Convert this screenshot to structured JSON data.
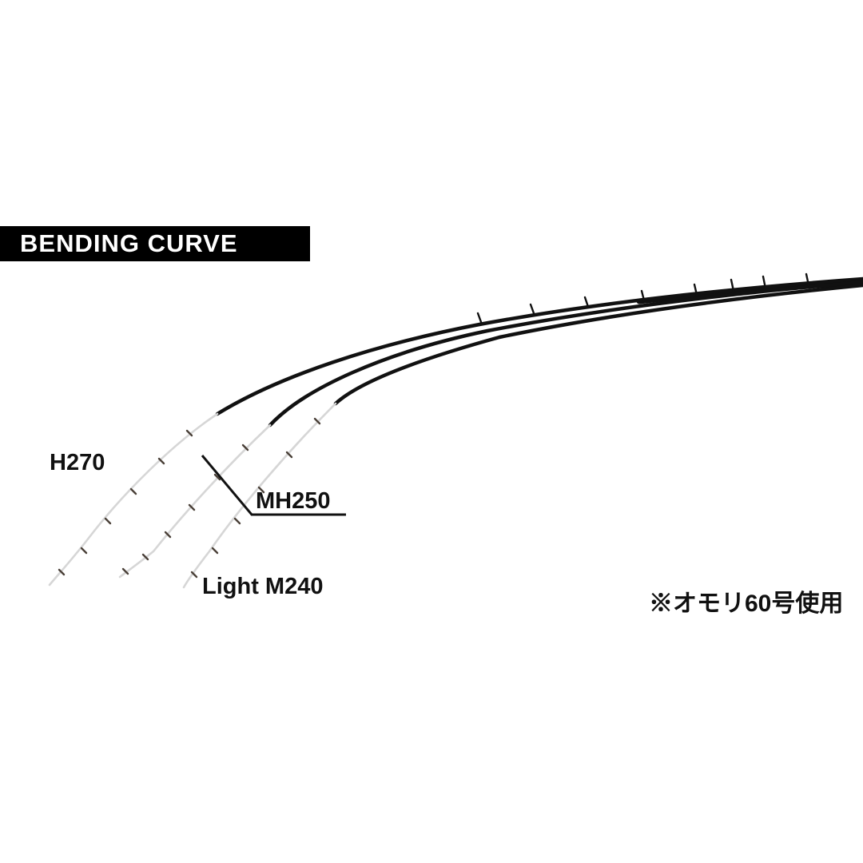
{
  "title": {
    "text": "BENDING CURVE"
  },
  "labels": {
    "h270": "H270",
    "mh250": "MH250",
    "light_m240": "Light M240"
  },
  "note": "※オモリ60号使用",
  "colors": {
    "banner_bg": "#000000",
    "banner_text": "#ffffff",
    "rod_black": "#111111",
    "rod_tip_gray": "#d6d6d6",
    "guide_mark": "#4a4038"
  },
  "chart_data": {
    "type": "line",
    "title": "BENDING CURVE",
    "series": [
      {
        "name": "H270",
        "description": "longest rod, tip reaches furthest lower-left"
      },
      {
        "name": "MH250",
        "description": "middle curve, labeled via diagonal leader line"
      },
      {
        "name": "Light M240",
        "description": "innermost curve, tip ends nearest its label"
      }
    ],
    "annotation": "※オモリ60号使用",
    "legend_position": "inline-labels",
    "grid": false
  }
}
